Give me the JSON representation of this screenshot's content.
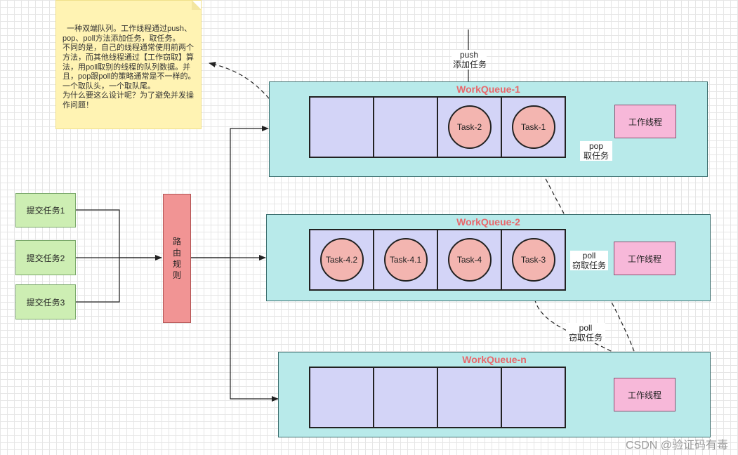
{
  "note": {
    "text": "一种双端队列。工作线程通过push、pop、poll方法添加任务，取任务。\n不同的是，自己的线程通常使用前两个方法，而其他线程通过【工作窃取】算法，用poll取别的线程的队列数据。并且，pop跟poll的策略通常是不一样的。一个取队头，一个取队尾。\n为什么要这么设计呢？为了避免并发操作问题！"
  },
  "submits": [
    "提交任务1",
    "提交任务2",
    "提交任务3"
  ],
  "router": {
    "label": "路由规则"
  },
  "queues": [
    {
      "title": "WorkQueue-1",
      "tasks": [
        "",
        "",
        "Task-2",
        "Task-1"
      ],
      "worker": "工作线程"
    },
    {
      "title": "WorkQueue-2",
      "tasks": [
        "Task-4.2",
        "Task-4.1",
        "Task-4",
        "Task-3"
      ],
      "worker": "工作线程"
    },
    {
      "title": "WorkQueue-n",
      "tasks": [
        "",
        "",
        "",
        ""
      ],
      "worker": "工作线程"
    }
  ],
  "labels": {
    "push": "push\n添加任务",
    "pop": "pop\n取任务",
    "poll1": "poll\n窃取任务",
    "poll2": "poll\n窃取任务"
  },
  "watermark": "CSDN @验证码有毒",
  "colors": {
    "note_bg": "#fff3b3",
    "submit_bg": "#cdeeb3",
    "router_bg": "#f19494",
    "queue_bg": "#b8eaea",
    "slot_bg": "#d3d4f7",
    "task_bg": "#f3b5b0",
    "worker_bg": "#f7b8d9",
    "title_color": "#e8676b"
  }
}
